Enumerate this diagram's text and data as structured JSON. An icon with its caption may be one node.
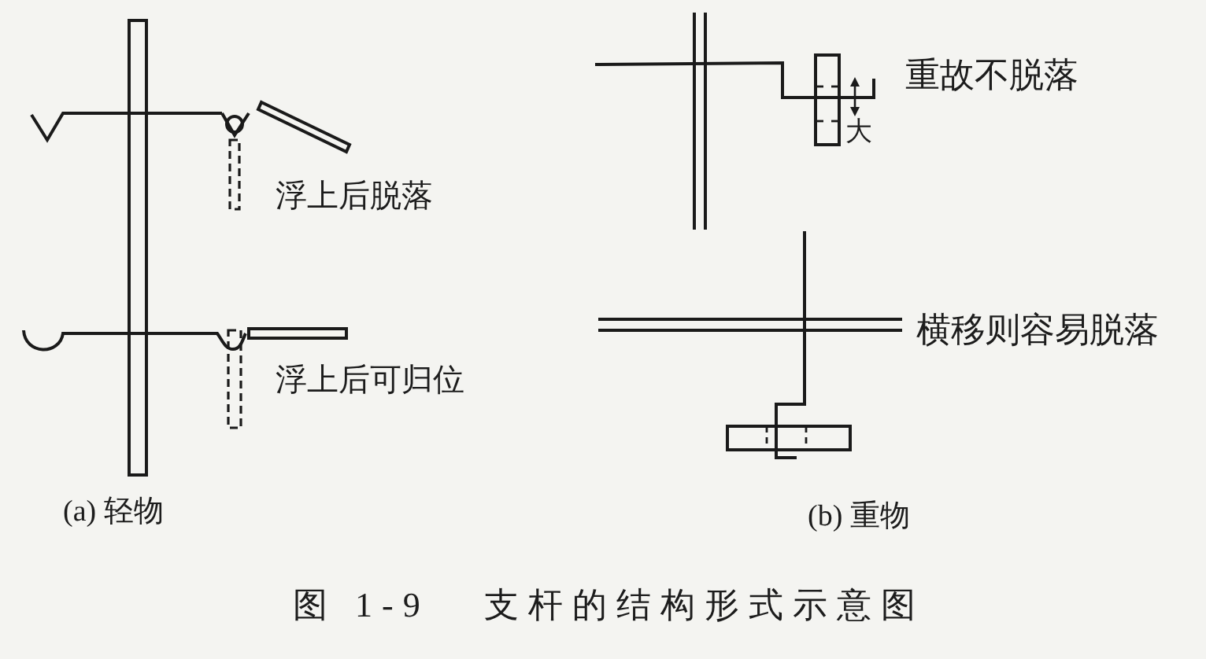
{
  "diagram": {
    "caption": "图 1-9   支杆的结构形式示意图",
    "labels": [
      "浮上后脱落",
      "浮上后可归位",
      "(a) 轻物",
      "重故不脱落",
      "大",
      "横移则容易脱落",
      "(b) 重物"
    ]
  }
}
